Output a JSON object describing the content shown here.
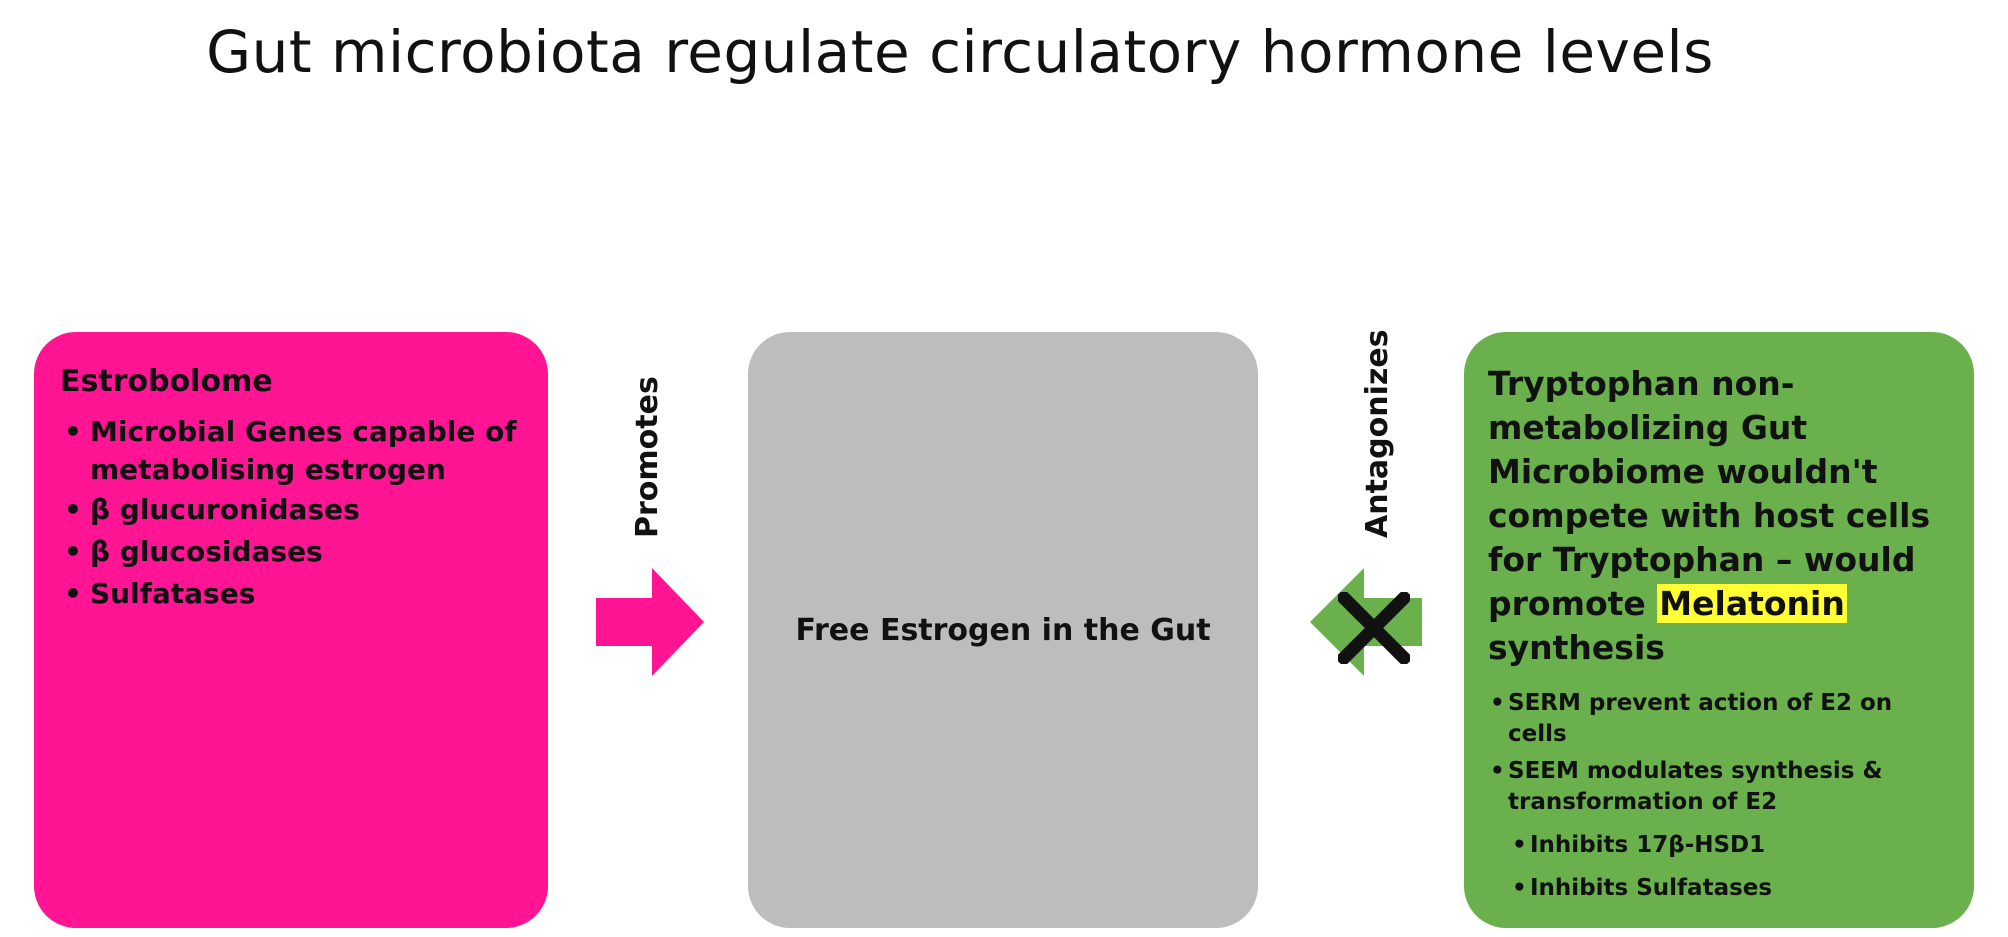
{
  "title": "Gut microbiota regulate circulatory hormone levels",
  "estrobolome": {
    "heading": "Estrobolome",
    "items": [
      "Microbial Genes capable of metabolising estrogen",
      "β glucuronidases",
      "β glucosidases",
      "Sulfatases"
    ]
  },
  "center": {
    "label": "Free Estrogen in the Gut"
  },
  "left_arrow": {
    "label": "Promotes",
    "color": "#ff1493"
  },
  "right_arrow": {
    "label": "Antagonizes",
    "color": "#6ab04c",
    "cross_color": "#111111"
  },
  "tryptophan": {
    "heading_before": "Tryptophan non-metabolizing Gut Microbiome wouldn't compete with host cells for Tryptophan – would promote ",
    "heading_highlight": "Melatonin",
    "heading_after": " synthesis",
    "items": [
      "SERM prevent action of E2 on cells",
      "SEEM modulates synthesis & transformation of E2"
    ],
    "sub_items": [
      "Inhibits 17β-HSD1",
      "Inhibits Sulfatases"
    ]
  },
  "colors": {
    "pink": "#ff1493",
    "gray": "#bdbdbd",
    "green": "#6ab04c",
    "highlight": "#ffff33"
  }
}
